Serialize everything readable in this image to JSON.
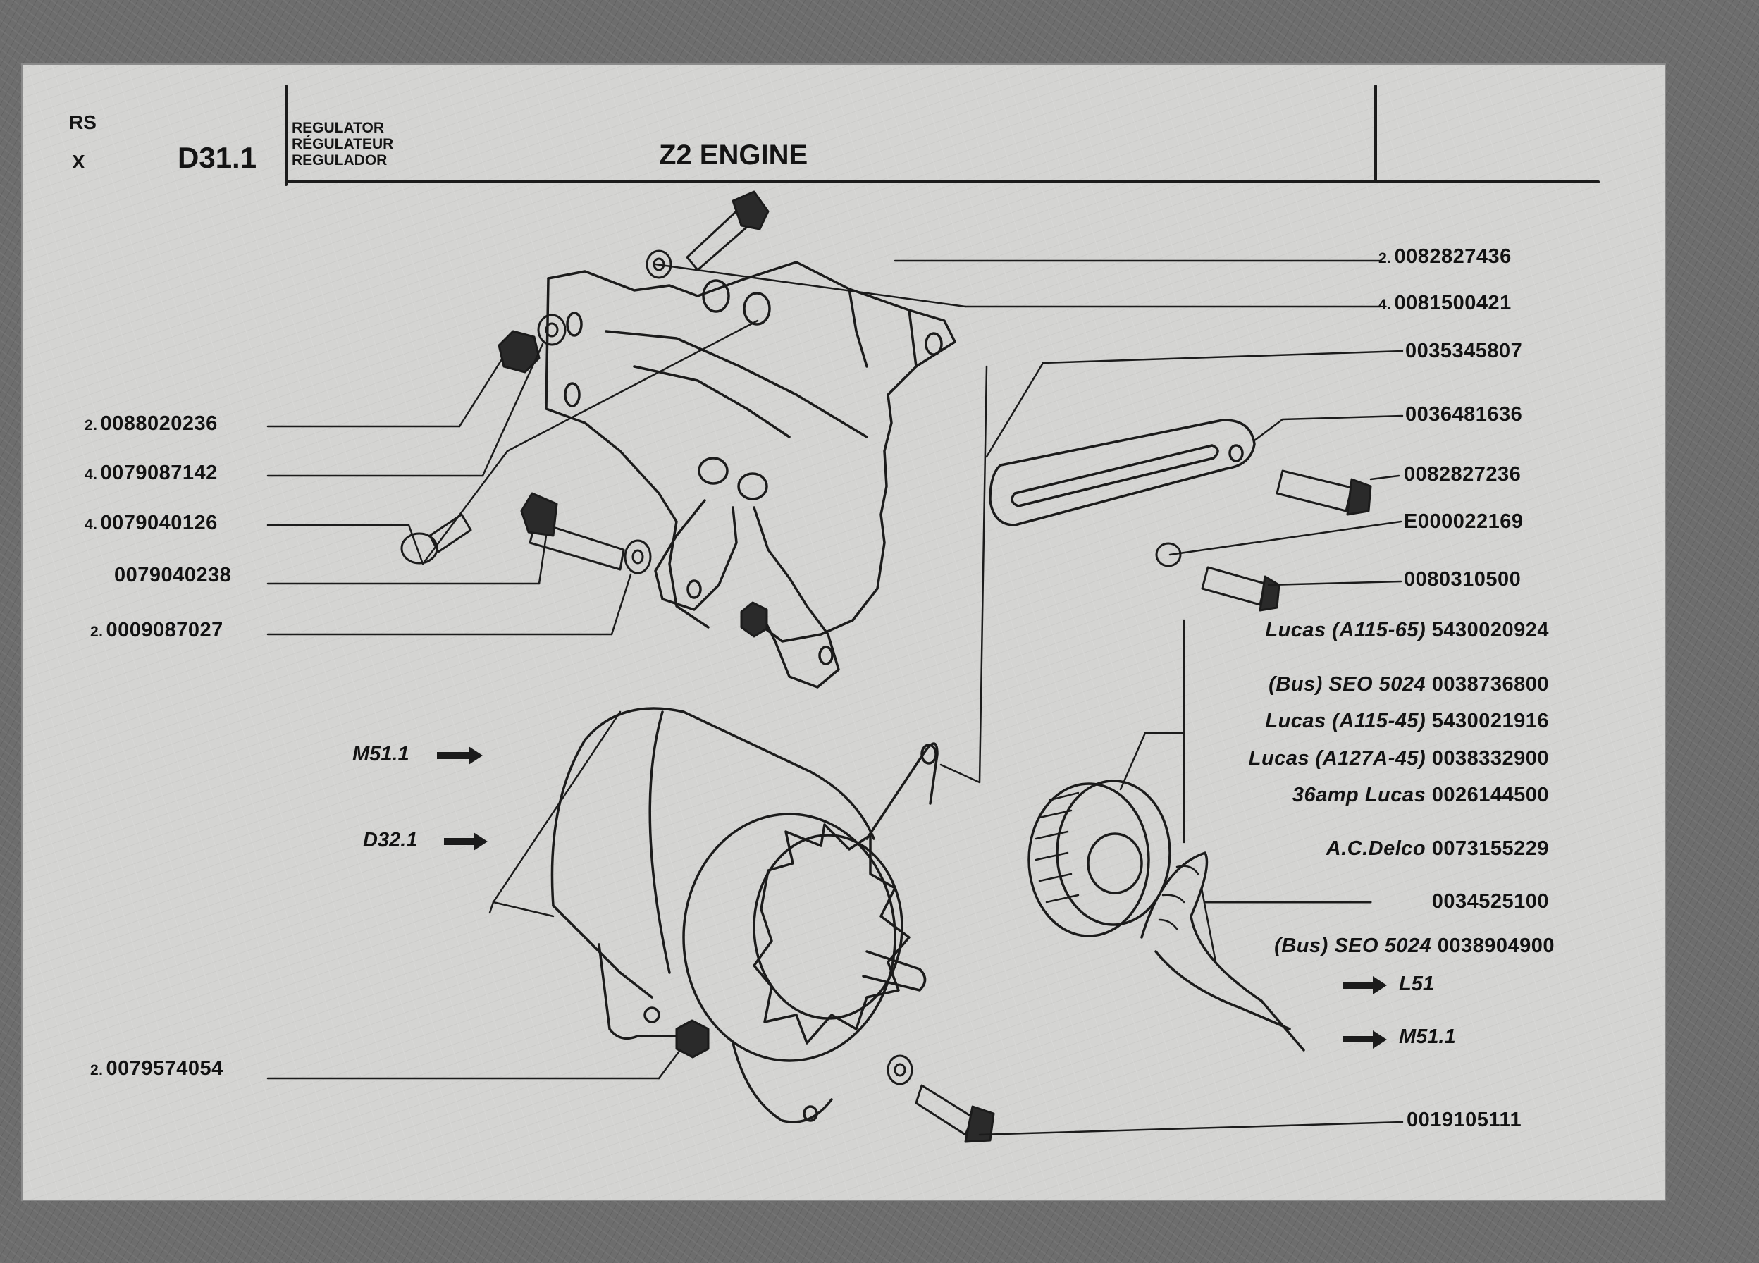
{
  "header": {
    "code_top": "RS",
    "code_bottom": "X",
    "section_code": "D31.1",
    "names": [
      "REGULATOR",
      "RÉGULATEUR",
      "REGULADOR"
    ],
    "title": "Z2 ENGINE"
  },
  "parts_left": [
    {
      "qty": "2.",
      "number": "0088020236"
    },
    {
      "qty": "4.",
      "number": "0079087142"
    },
    {
      "qty": "4.",
      "number": "0079040126"
    },
    {
      "qty": "",
      "number": "0079040238"
    },
    {
      "qty": "2.",
      "number": "0009087027"
    },
    {
      "qty": "2.",
      "number": "0079574054"
    }
  ],
  "parts_right": [
    {
      "qty": "2.",
      "number": "0082827436"
    },
    {
      "qty": "4.",
      "number": "0081500421"
    },
    {
      "qty": "",
      "number": "0035345807"
    },
    {
      "qty": "",
      "number": "0036481636"
    },
    {
      "qty": "",
      "number": "0082827236"
    },
    {
      "qty": "",
      "number": "E000022169"
    },
    {
      "qty": "",
      "number": "0080310500"
    },
    {
      "qty": "",
      "number": "0019105111"
    }
  ],
  "alternator_variants": [
    {
      "desc": "Lucas (A115-65)",
      "number": "5430020924"
    },
    {
      "desc": "(Bus) SEO 5024",
      "number": "0038736800"
    },
    {
      "desc": "Lucas (A115-45)",
      "number": "5430021916"
    },
    {
      "desc": "Lucas (A127A-45)",
      "number": "0038332900"
    },
    {
      "desc": "36amp Lucas",
      "number": "0026144500"
    },
    {
      "desc": "A.C.Delco",
      "number": "0073155229"
    },
    {
      "desc": "",
      "number": "0034525100"
    },
    {
      "desc": "(Bus) SEO 5024",
      "number": "0038904900"
    }
  ],
  "cross_refs": [
    {
      "label": "M51.1"
    },
    {
      "label": "D32.1"
    },
    {
      "label": "L51"
    },
    {
      "label": "M51.1"
    }
  ]
}
